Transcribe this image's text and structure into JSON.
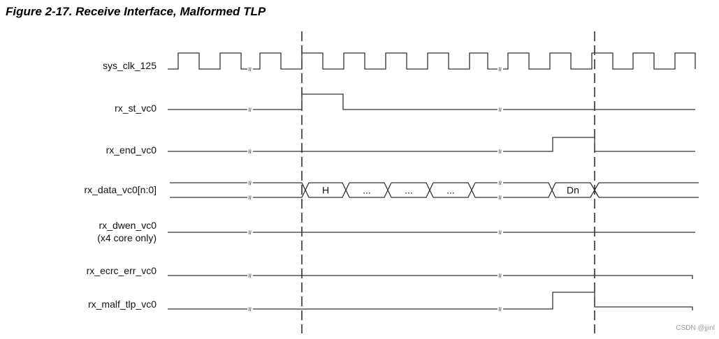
{
  "figure_title": "Figure 2-17. Receive Interface, Malformed TLP",
  "signals": [
    {
      "name": "sys_clk_125"
    },
    {
      "name": "rx_st_vc0"
    },
    {
      "name": "rx_end_vc0"
    },
    {
      "name": "rx_data_vc0[n:0]"
    },
    {
      "name": "rx_dwen_vc0",
      "note": "(x4 core only)"
    },
    {
      "name": "rx_ecrc_err_vc0"
    },
    {
      "name": "rx_malf_tlp_vc0"
    }
  ],
  "data_labels": [
    "H",
    "...",
    "...",
    "...",
    "Dn"
  ],
  "break_symbol": "≈",
  "watermark": "CSDN @jjinl"
}
